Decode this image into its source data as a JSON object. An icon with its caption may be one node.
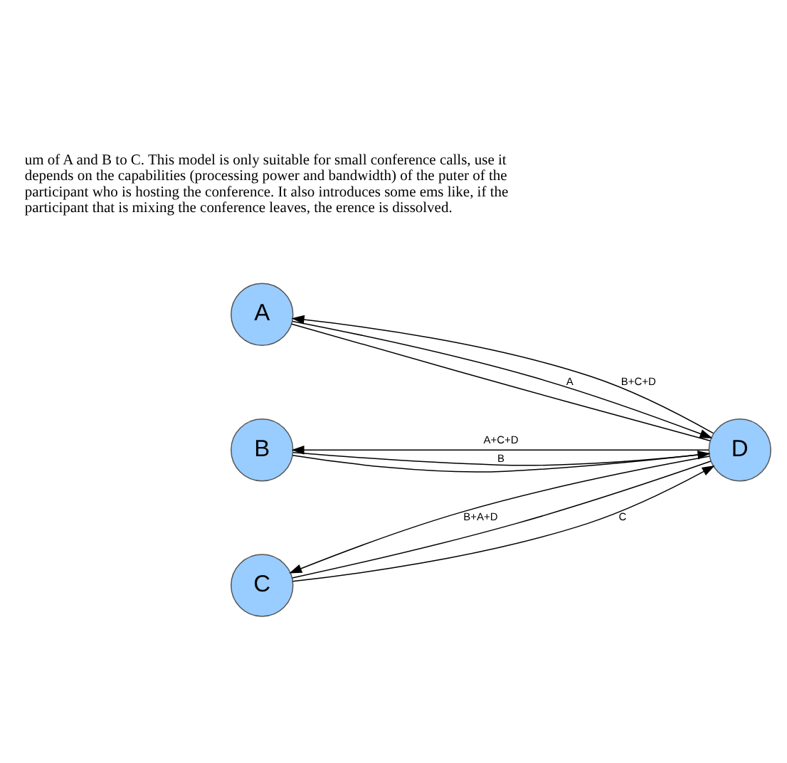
{
  "diagram": {
    "nodes": [
      {
        "text": [
          "A"
        ]
      },
      {
        "text": [
          "B"
        ]
      },
      {
        "text": [
          "C"
        ]
      },
      {
        "text": [
          "D"
        ]
      }
    ],
    "edges": [
      {
        "from": 0,
        "to": 3,
        "arrow": "none"
      },
      {
        "from": 0,
        "to": 3,
        "arrow": "to",
        "label": "A"
      },
      {
        "from": 3,
        "to": 0,
        "arrow": "to",
        "label": "B+C+D"
      },
      {
        "from": 1,
        "to": 3,
        "arrow": "none"
      },
      {
        "from": 1,
        "to": 3,
        "arrow": "to",
        "label": "B"
      },
      {
        "from": 3,
        "to": 1,
        "arrow": "to",
        "label": "A+C+D"
      },
      {
        "from": 2,
        "to": 3,
        "arrow": "none"
      },
      {
        "from": 2,
        "to": 3,
        "arrow": "to",
        "label": "C"
      },
      {
        "from": 3,
        "to": 2,
        "arrow": "to",
        "label": "B+A+D"
      }
    ],
    "labels": [
      "um of A and B to C. This model is only suitable for small conference calls, use it depends on the capabilities (processing power and bandwidth) of the puter of the participant who is hosting the conference. It also introduces some ems like, if the participant that is mixing the conference leaves, the erence is dissolved."
    ]
  }
}
